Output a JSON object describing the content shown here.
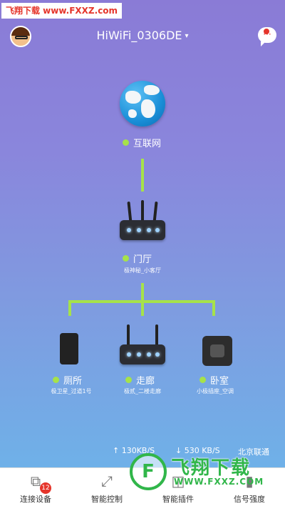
{
  "watermark": {
    "top": "飞翔下载 www.FXXZ.com",
    "bottom_title": "飞翔下载",
    "bottom_url": "WWW.FXXZ.COM",
    "bottom_logo": "F"
  },
  "header": {
    "ssid": "HiWiFi_0306DE",
    "caret": "▾",
    "message_icon": "chat-bubble-icon"
  },
  "nodes": {
    "internet": {
      "label": "互联网"
    },
    "main_router": {
      "label": "门厅",
      "sub": "极神秘_小客厅"
    },
    "children": [
      {
        "label": "厕所",
        "sub": "极卫星_过道1号",
        "device": "repeater"
      },
      {
        "label": "走廊",
        "sub": "极贰_二楼走廊",
        "device": "router"
      },
      {
        "label": "卧室",
        "sub": "小极插座_空调",
        "device": "socket"
      }
    ]
  },
  "status": {
    "upload": "↑ 130KB/S",
    "download": "↓ 530 KB/S",
    "isp": "北京联通"
  },
  "tabs": [
    {
      "label": "连接设备",
      "icon": "devices-icon",
      "badge": "12"
    },
    {
      "label": "智能控制",
      "icon": "expand-arrows-icon"
    },
    {
      "label": "智能插件",
      "icon": "plugin-icon"
    },
    {
      "label": "信号强度",
      "icon": "signal-icon"
    }
  ],
  "colors": {
    "online_dot": "#a6e24a",
    "link_line": "#a6e24a",
    "badge": "#e5352b"
  }
}
